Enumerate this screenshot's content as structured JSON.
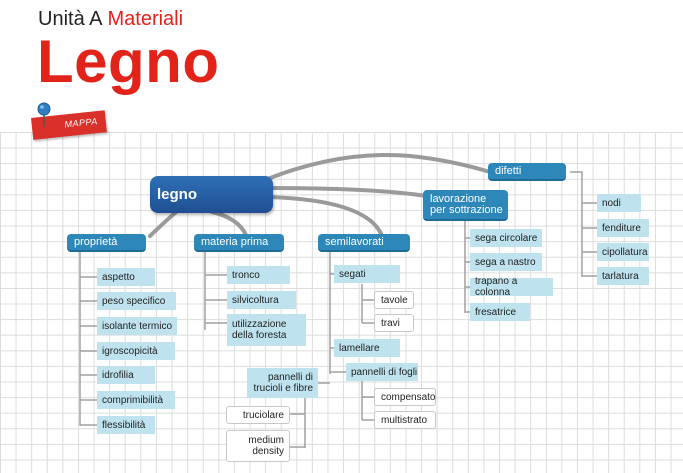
{
  "header": {
    "unit_prefix": "Unità A",
    "unit_topic": "Materiali",
    "title": "Legno",
    "tag_label": "MAPPA"
  },
  "colors": {
    "title_red": "#e2231a",
    "node_blue": "#2d87b8",
    "root_blue": "#1f4f92",
    "leaf_fill": "#bfe3ee",
    "connector_gray": "#9a9a9a"
  },
  "map": {
    "root": "legno",
    "branches": {
      "proprieta": {
        "label": "proprietà",
        "items": [
          "aspetto",
          "peso specifico",
          "isolante termico",
          "igroscopicità",
          "idrofilia",
          "comprimibilità",
          "flessibilità"
        ]
      },
      "materia_prima": {
        "label": "materia prima",
        "items": [
          "tronco",
          "silvicoltura",
          "utilizzazione\ndella foresta"
        ]
      },
      "semilavorati": {
        "label": "semilavorati",
        "segati": {
          "label": "segati",
          "items": [
            "tavole",
            "travi"
          ]
        },
        "lamellare": "lamellare",
        "pannelli_fogli": {
          "label": "pannelli di fogli",
          "items": [
            "compensato",
            "multistrato"
          ]
        },
        "pannelli_trucioli": {
          "label": "pannelli di\ntrucioli e fibre",
          "items": [
            "truciolare",
            "medium\ndensity"
          ]
        }
      },
      "lavorazione": {
        "label": "lavorazione\nper sottrazione",
        "items": [
          "sega circolare",
          "sega a nastro",
          "trapano a colonna",
          "fresatrice"
        ]
      },
      "difetti": {
        "label": "difetti",
        "items": [
          "nodi",
          "fenditure",
          "cipollatura",
          "tarlatura"
        ]
      }
    }
  }
}
